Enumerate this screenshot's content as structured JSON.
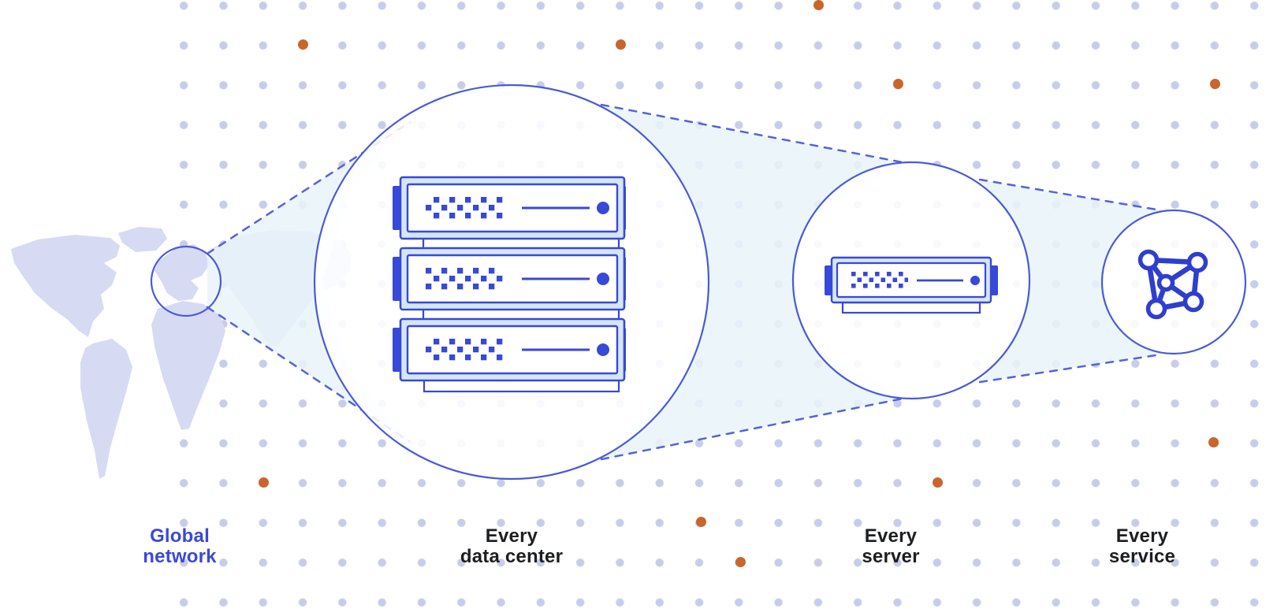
{
  "diagram_title": "Global network zoom diagram",
  "labels": {
    "global": {
      "line1": "Global",
      "line2": "network"
    },
    "data_center": {
      "line1": "Every",
      "line2": "data center"
    },
    "server": {
      "line1": "Every",
      "line2": "server"
    },
    "service": {
      "line1": "Every",
      "line2": "service"
    }
  },
  "icons": [
    "world-map",
    "map-focus-ring",
    "location-dot-icon",
    "server-rack-icon",
    "server-icon",
    "mesh-network-icon"
  ],
  "colors": {
    "accent_orange": "#C9662B",
    "outline_blue": "#4A5AD8",
    "server_blue": "#3848D8",
    "mesh_blue": "#2E3ECF",
    "map_lavender": "#D6DBF3",
    "grid_dot": "#C7CDE9",
    "funnel_fill": "#E9F3F9",
    "server_panel_light": "#D5E6F5",
    "label_dark": "#1D1E20",
    "label_blue": "#3A49D6"
  }
}
